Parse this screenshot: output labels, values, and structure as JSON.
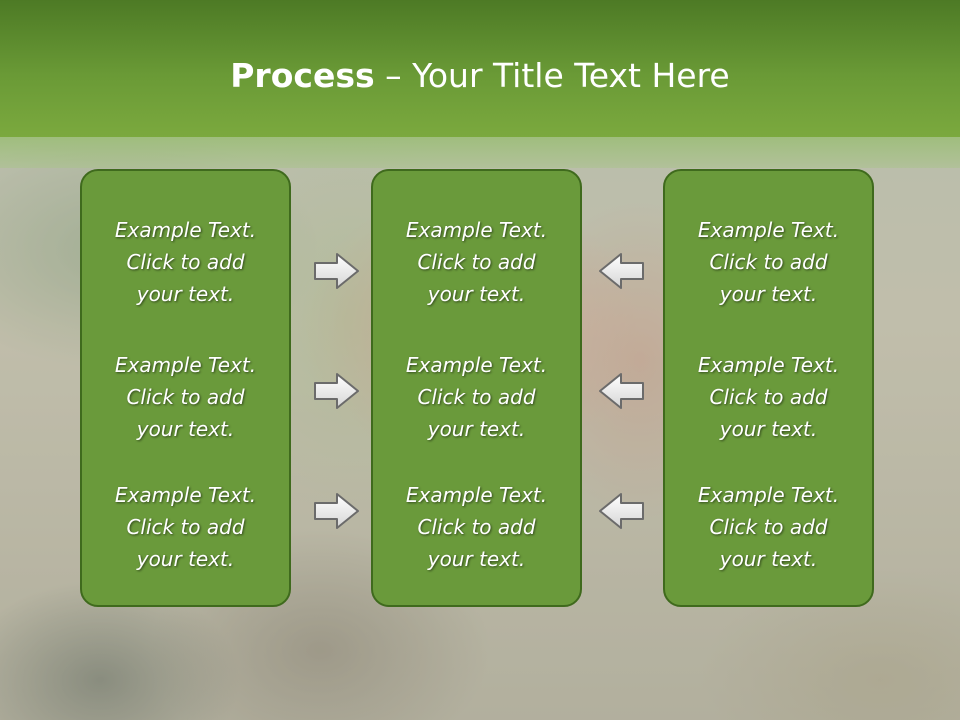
{
  "title": {
    "bold": "Process",
    "rest": " – Your Title Text Here"
  },
  "columns": [
    {
      "items": [
        [
          "Example Text.",
          "Click  to add",
          "your text."
        ],
        [
          "Example Text.",
          "Click  to add",
          "your text."
        ],
        [
          "Example Text.",
          "Click  to add",
          "your text."
        ]
      ]
    },
    {
      "items": [
        [
          "Example Text.",
          "Click  to add",
          "your text."
        ],
        [
          "Example Text.",
          "Click  to add",
          "your text."
        ],
        [
          "Example Text.",
          "Click  to add",
          "your text."
        ]
      ]
    },
    {
      "items": [
        [
          "Example Text.",
          "Click  to add",
          "your text."
        ],
        [
          "Example Text.",
          "Click  to add",
          "your text."
        ],
        [
          "Example Text.",
          "Click  to add",
          "your text."
        ]
      ]
    }
  ],
  "arrows": {
    "left_group": "right-arrow-icon",
    "right_group": "left-arrow-icon"
  },
  "colors": {
    "title_bar": "#6a9a36",
    "box_fill": "#6a9a3b",
    "box_border": "#3f6a1d",
    "text": "#ffffff"
  }
}
